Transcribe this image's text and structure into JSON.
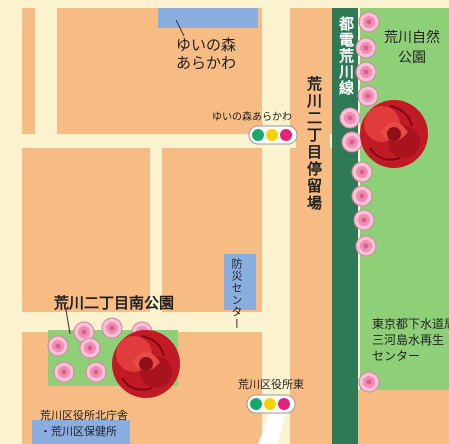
{
  "labels": {
    "yuinomori_block": "ゆいの森\nあらかわ",
    "yuinomori_signal": "ゆいの森あらかわ",
    "arakawa_park": "荒川自然\n公園",
    "toden_line": "都電荒川線",
    "tram_stop": "荒川二丁目停留場",
    "bousai_center": "防災センター",
    "south_park": "荒川二丁目南公園",
    "sewer_center": "東京都下水道局\n三河島水再生\nセンター",
    "ward_office_east": "荒川区役所東",
    "ward_office_north": "荒川区役所北庁舎\n・荒川区保健所"
  },
  "colors": {
    "block": "#f7bb84",
    "road": "#ffffff",
    "blue": "#8aaee0",
    "park": "#8ed078",
    "rail": "#2e7a57",
    "signal_green": "#17a86e",
    "signal_yellow": "#f3d400",
    "signal_red": "#e4237c",
    "rose": "#cc1f2a",
    "pink_rose": "#f28cb1"
  }
}
